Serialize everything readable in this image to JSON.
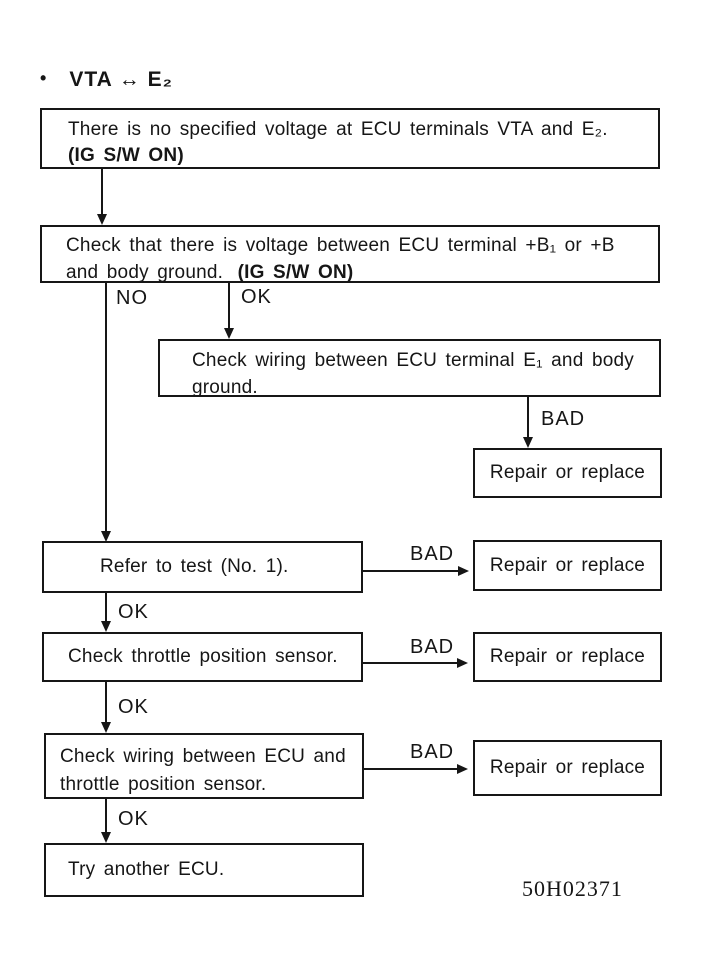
{
  "header": {
    "bullet": "•",
    "title": "VTA ↔ E₂"
  },
  "boxes": {
    "symptom": {
      "line1": "There is no specified voltage at ECU terminals VTA and E₂.",
      "condition": "(IG S/W ON)"
    },
    "check_voltage": {
      "line1": "Check that there is voltage between ECU terminal +B₁ or +B",
      "line2": "and body ground.",
      "condition": "(IG S/W ON)"
    },
    "check_wiring_e1": {
      "line1": "Check wiring between ECU terminal E₁ and body",
      "line2": "ground."
    },
    "refer_test": {
      "text": "Refer to test (No. 1)."
    },
    "check_sensor": {
      "text": "Check throttle position sensor."
    },
    "check_wiring_sensor": {
      "line1": "Check wiring between ECU and",
      "line2": "throttle position sensor."
    },
    "try_ecu": {
      "text": "Try another ECU."
    },
    "repair": {
      "text": "Repair or replace"
    }
  },
  "labels": {
    "no": "NO",
    "ok": "OK",
    "bad": "BAD"
  },
  "figure_code": "50H02371"
}
